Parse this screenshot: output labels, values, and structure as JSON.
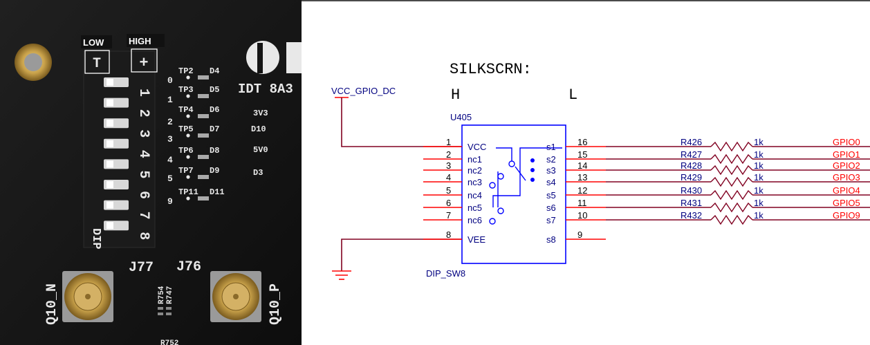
{
  "photo": {
    "switch_labels": {
      "low": "LOW",
      "high": "HIGH"
    },
    "switch_markings": {
      "off_mark": "T",
      "on_mark": "+",
      "tag": "DIP",
      "numbers": [
        "1",
        "2",
        "3",
        "4",
        "5",
        "6",
        "7",
        "8"
      ]
    },
    "position_numbers": [
      "0",
      "1",
      "2",
      "3",
      "4",
      "5",
      "9"
    ],
    "testpoints": [
      {
        "tp": "TP2",
        "d": "D4"
      },
      {
        "tp": "TP3",
        "d": "D5"
      },
      {
        "tp": "TP4",
        "d": "D6"
      },
      {
        "tp": "TP5",
        "d": "D7"
      },
      {
        "tp": "TP6",
        "d": "D8"
      },
      {
        "tp": "TP7",
        "d": "D9"
      },
      {
        "tp": "TP11",
        "d": "D11"
      }
    ],
    "rail_labels": [
      {
        "v": "3V3",
        "d": "D10"
      },
      {
        "v": "5V0",
        "d": "D3"
      }
    ],
    "chip_text": "IDT 8A3",
    "connectors": {
      "j77": "J77",
      "j76": "J76",
      "left": "Q10_N",
      "right": "Q10_P"
    },
    "resistors": [
      "R754",
      "R747",
      "R752"
    ],
    "colors": {
      "board": "#141414",
      "gold": "#c8a14a",
      "switch_body": "#1d1d1d",
      "key": "#d8d8d8"
    }
  },
  "schematic": {
    "title": "SILKSCRN:",
    "h_label": "H",
    "l_label": "L",
    "power_net": "VCC_GPIO_DC",
    "ref": "U405",
    "part": "DIP_SW8",
    "left_pins": [
      {
        "num": "1",
        "name": "VCC"
      },
      {
        "num": "2",
        "name": "nc1"
      },
      {
        "num": "3",
        "name": "nc2"
      },
      {
        "num": "4",
        "name": "nc2"
      },
      {
        "num": "5",
        "name": "nc3"
      },
      {
        "num": "6",
        "name": "nc4"
      },
      {
        "num": "7",
        "name": "nc5"
      },
      {
        "num": "8",
        "name": "nc6"
      }
    ],
    "left_names": [
      "VCC",
      "nc1",
      "nc2",
      "nc3",
      "nc4",
      "nc5",
      "nc6",
      "VEE"
    ],
    "right_pins": [
      {
        "num": "16",
        "name": "s1"
      },
      {
        "num": "15",
        "name": "s2"
      },
      {
        "num": "14",
        "name": "s3"
      },
      {
        "num": "13",
        "name": "s4"
      },
      {
        "num": "12",
        "name": "s5"
      },
      {
        "num": "11",
        "name": "s6"
      },
      {
        "num": "10",
        "name": "s7"
      },
      {
        "num": "9",
        "name": "s8"
      }
    ],
    "resistors": [
      {
        "ref": "R426",
        "val": "1k",
        "net": "GPIO0"
      },
      {
        "ref": "R427",
        "val": "1k",
        "net": "GPIO1"
      },
      {
        "ref": "R428",
        "val": "1k",
        "net": "GPIO2"
      },
      {
        "ref": "R429",
        "val": "1k",
        "net": "GPIO3"
      },
      {
        "ref": "R430",
        "val": "1k",
        "net": "GPIO4"
      },
      {
        "ref": "R431",
        "val": "1k",
        "net": "GPIO5"
      },
      {
        "ref": "R432",
        "val": "1k",
        "net": "GPIO9"
      }
    ],
    "colors": {
      "body": "#0000ff",
      "pin": "#ff0000",
      "wire": "#800020",
      "net": "#ff0000",
      "text": "#000080"
    }
  }
}
